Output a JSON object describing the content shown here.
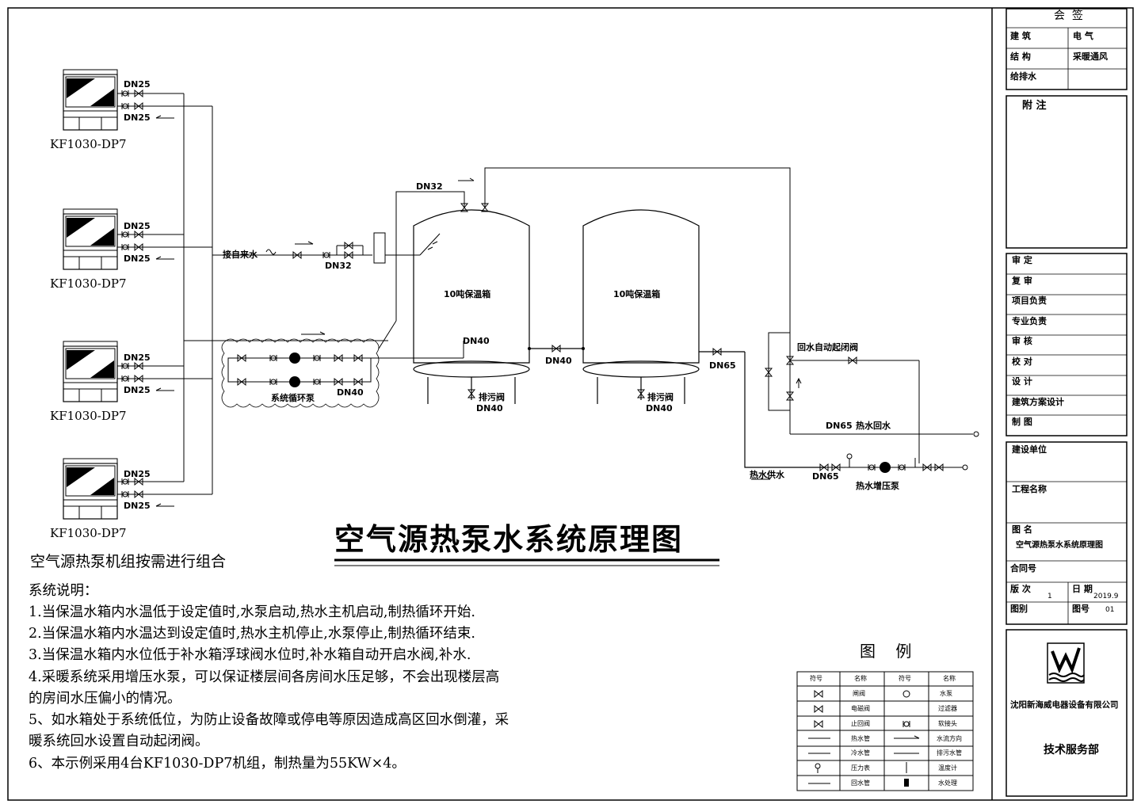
{
  "title": "空气源热泵水系统原理图",
  "subtitle": "空气源热泵机组按需进行组合",
  "units": [
    {
      "model": "KF1030-DP7",
      "pipe_top": "DN25",
      "pipe_bottom": "DN25"
    },
    {
      "model": "KF1030-DP7",
      "pipe_top": "DN25",
      "pipe_bottom": "DN25"
    },
    {
      "model": "KF1030-DP7",
      "pipe_top": "DN25",
      "pipe_bottom": "DN25"
    },
    {
      "model": "KF1030-DP7",
      "pipe_top": "DN25",
      "pipe_bottom": "DN25"
    }
  ],
  "labels": {
    "tap_water": "接自来水",
    "dn32_inlet": "DN32",
    "dn32_top": "DN32",
    "tank1": "10吨保温箱",
    "tank2": "10吨保温箱",
    "dn40_tank": "DN40",
    "dn40_link": "DN40",
    "dn40_pump": "DN40",
    "pump_group": "系统循环泵",
    "drain1": "排污阀",
    "drain1_dn": "DN40",
    "drain2": "排污阀",
    "drain2_dn": "DN40",
    "dn65_out": "DN65",
    "return_valve": "回水自动起闭阀",
    "return_dn": "DN65",
    "return_label": "热水回水",
    "supply": "热水供水",
    "supply_dn": "DN65",
    "booster": "热水增压泵"
  },
  "notes": {
    "heading": "系统说明：",
    "lines": [
      "1.当保温水箱内水温低于设定值时,水泵启动,热水主机启动,制热循环开始.",
      "2.当保温水箱内水温达到设定值时,热水主机停止,水泵停止,制热循环结束.",
      "3.当保温水箱内水位低于补水箱浮球阀水位时,补水箱自动开启水阀,补水.",
      "4.采暖系统采用增压水泵，可以保证楼层间各房间水压足够，不会出现楼层高",
      "的房间水压偏小的情况。",
      "5、如水箱处于系统低位，为防止设备故障或停电等原因造成高区回水倒灌，采",
      "暖系统回水设置自动起闭阀。",
      "6、本示例采用4台KF1030-DP7机组，制热量为55KW×4。"
    ]
  },
  "legend": {
    "title": "图    例",
    "headers": [
      "符号",
      "名称",
      "符号",
      "名称"
    ],
    "rows": [
      [
        "闸阀",
        "水泵"
      ],
      [
        "电磁阀",
        "过滤器"
      ],
      [
        "止回阀",
        "软接头"
      ],
      [
        "热水管",
        "水流方向"
      ],
      [
        "冷水管",
        "排污水管"
      ],
      [
        "压力表",
        "温度计"
      ],
      [
        "回水管",
        "水处理"
      ]
    ]
  },
  "titleblock": {
    "countersign": "会  签",
    "disciplines": [
      "建 筑",
      "电 气",
      "结 构",
      "采暖通风",
      "给排水"
    ],
    "notes_label": "附 注",
    "roles": [
      "审 定",
      "复 审",
      "项目负责",
      "专业负责",
      "审 核",
      "校 对",
      "设 计",
      "建筑方案设计",
      "制 图"
    ],
    "client_label": "建设单位",
    "project_label": "工程名称",
    "drawing_label": "图 名",
    "drawing_name": "空气源热泵水系统原理图",
    "contract_label": "合同号",
    "edition_label": "版 次",
    "edition": "1",
    "date_label": "日 期",
    "date": "2019.9",
    "type_label": "图别",
    "number_label": "图号",
    "number": "01",
    "company": "沈阳新海威电器设备有限公司",
    "department": "技术服务部"
  }
}
